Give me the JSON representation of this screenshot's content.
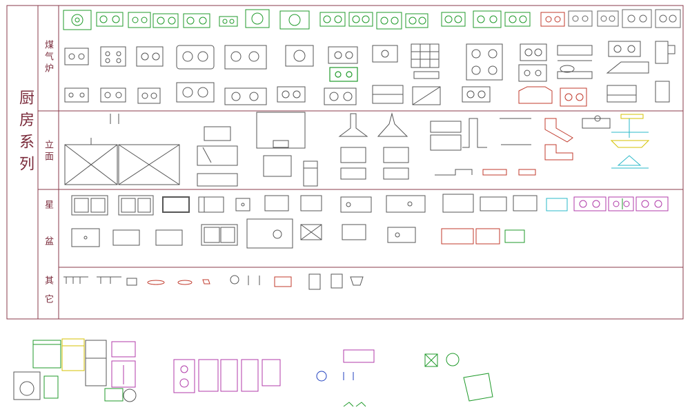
{
  "title": "厨房系列",
  "rows": [
    {
      "label": "煤气炉"
    },
    {
      "label": "立面"
    },
    {
      "label": "星盆"
    },
    {
      "label": "其它"
    }
  ],
  "colors": {
    "frame": "#8a3a4a",
    "gray": "#555555",
    "green": "#1f9a2a",
    "red": "#c0392b",
    "magenta": "#b03aa8",
    "blue": "#1f3fbf",
    "yellow": "#d4c200",
    "cyan": "#2ab8c8"
  }
}
